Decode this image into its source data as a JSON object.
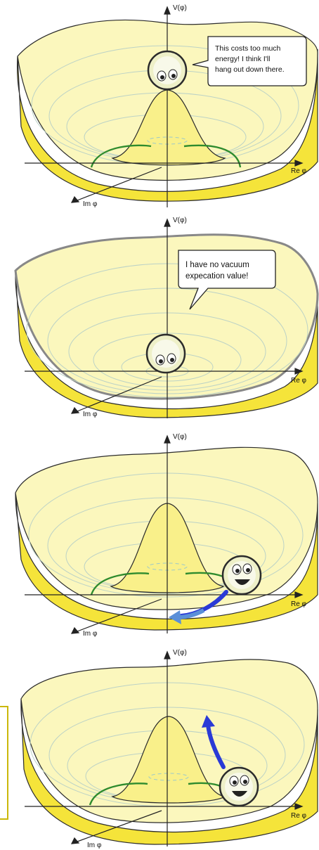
{
  "colors": {
    "surface_fill": "#fbf7bd",
    "surface_edge": "#f5e43a",
    "contour": "#bcd2c6",
    "minimum_ring": "#2e8b2e",
    "arrow_dark": "#2a3ad6",
    "arrow_light": "#5a8fd8",
    "frame": "#cbb80a"
  },
  "icons": [
    "ball-character-icon",
    "speech-bubble-icon",
    "axis-arrow-icon",
    "motion-arrow-icon"
  ],
  "panels": [
    {
      "v_label": "V(φ)",
      "re_label": "Re φ",
      "im_label": "Im φ",
      "bubble": [
        "This costs too much",
        "energy! I think I'll",
        "hang out down there."
      ]
    },
    {
      "v_label": "V(φ)",
      "re_label": "Re φ",
      "im_label": "Im φ",
      "bubble": [
        "I have no vacuum",
        "expecation value!"
      ]
    },
    {
      "v_label": "V(φ)",
      "re_label": "Re φ",
      "im_label": "Im φ"
    },
    {
      "v_label": "V(φ)",
      "re_label": "Re φ",
      "im_label": "Im φ"
    }
  ]
}
